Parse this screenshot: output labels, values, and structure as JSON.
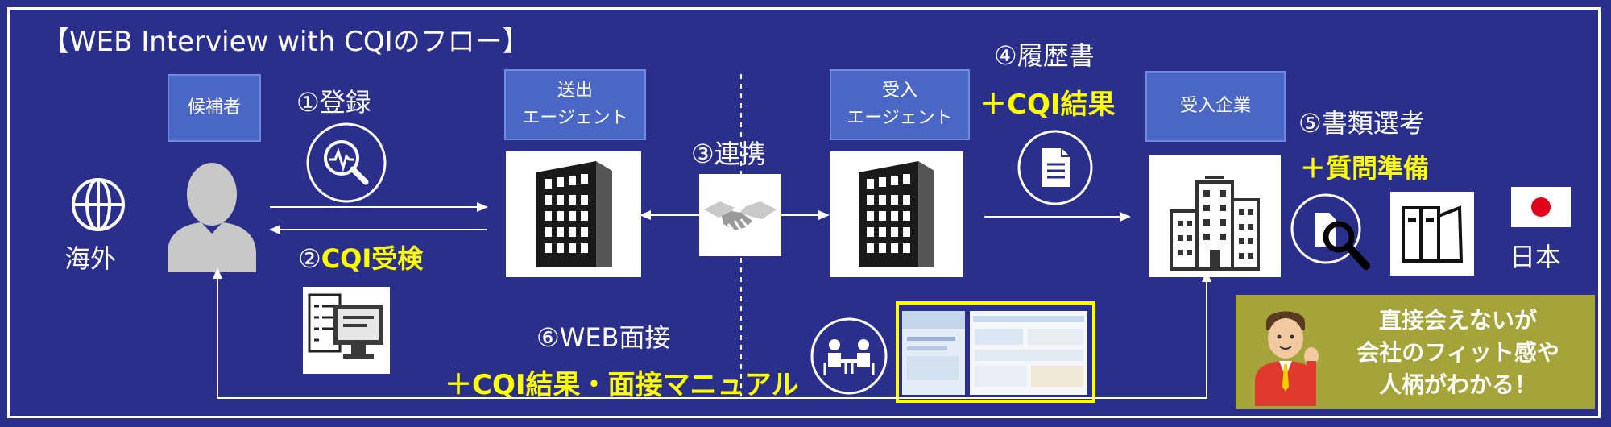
{
  "title": "【WEB Interview with CQIのフロー】",
  "labels": {
    "candidate": "候補者",
    "sending_agent_line1": "送出",
    "sending_agent_line2": "エージェント",
    "receiving_agent_line1": "受入",
    "receiving_agent_line2": "エージェント",
    "receiving_company": "受入企業",
    "overseas": "海外",
    "japan": "日本"
  },
  "steps": {
    "s1": "①登録",
    "s2_num": "②",
    "s2_text": "CQI受検",
    "s3": "③連携",
    "s4": "④履歴書",
    "s4_sub": "＋CQI結果",
    "s5": "⑤書類選考",
    "s5_sub": "＋質問準備",
    "s6": "⑥WEB面接",
    "s6_sub": "＋CQI結果・面接マニュアル"
  },
  "callout": {
    "line1": "直接会えないが",
    "line2": "会社のフィット感や",
    "line3": "人柄がわかる！"
  },
  "colors": {
    "background": "#2b2f8c",
    "label_box": "#4a67c6",
    "highlight": "#ffff00",
    "callout_bg": "#a4a43b",
    "flag_red": "#e0001a"
  }
}
